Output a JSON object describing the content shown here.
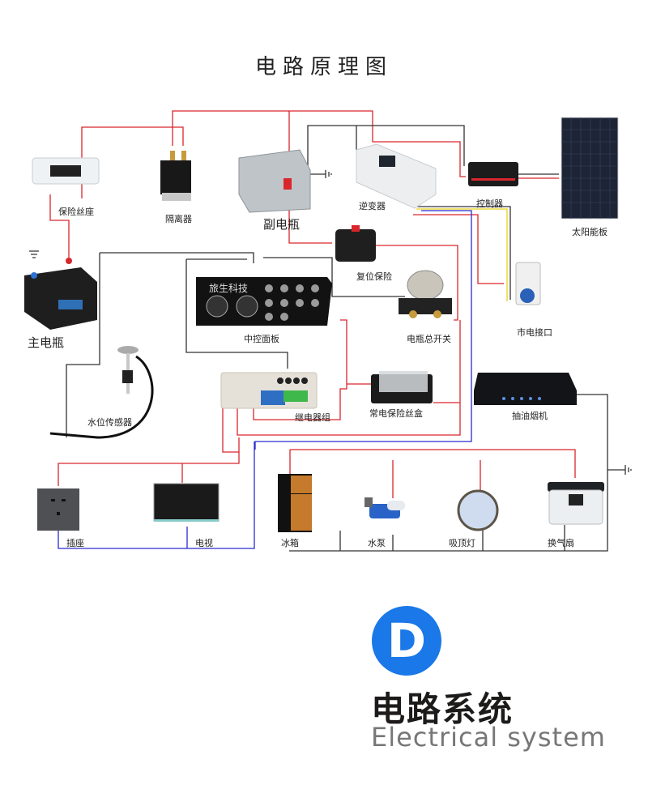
{
  "title": "电路原理图",
  "components": {
    "fuse_holder": "保险丝座",
    "isolator": "隔离器",
    "aux_battery": "副电瓶",
    "inverter": "逆变器",
    "controller": "控制器",
    "solar_panel": "太阳能板",
    "main_battery": "主电瓶",
    "reset_fuse": "复位保险",
    "control_panel": "中控面板",
    "battery_switch": "电瓶总开关",
    "shore_power": "市电接口",
    "water_sensor": "水位传感器",
    "relay_group": "继电器组",
    "fuse_box": "常电保险丝盒",
    "range_hood": "抽油烟机",
    "socket": "插座",
    "tv": "电视",
    "fridge": "冰箱",
    "water_pump": "水泵",
    "ceiling_light": "吸顶灯",
    "vent_fan": "换气扇"
  },
  "panel_brand": "旅生科技",
  "wire_colors": {
    "positive": "#d9262c",
    "ground": "#333333",
    "neutral": "#2b2bd0",
    "ac_live": "#e6d21a"
  },
  "section": {
    "badge": "D",
    "title_cn": "电路系统",
    "title_en": "Electrical system"
  },
  "colors": {
    "accent": "#1a78e8"
  }
}
